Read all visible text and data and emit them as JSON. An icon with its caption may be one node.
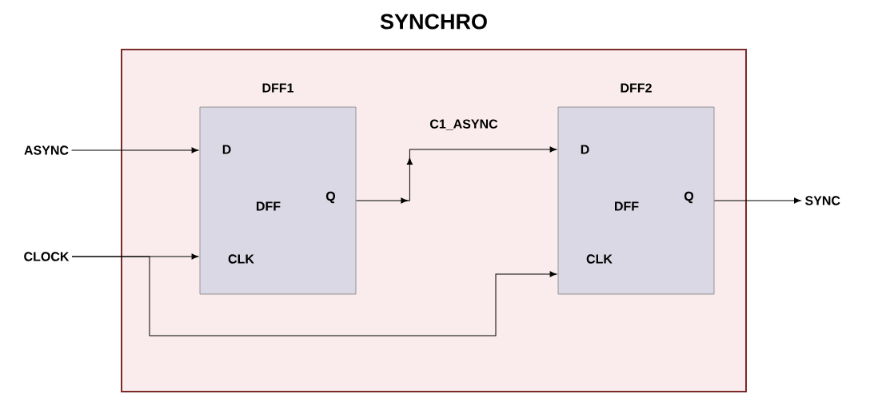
{
  "diagram": {
    "nodes": [
      {
        "text": [
          "SYNCHRO"
        ]
      },
      {
        "text": [
          "DFF1",
          "D",
          "DFF",
          "Q",
          "CLK"
        ],
        "in": 0
      },
      {
        "text": [
          "DFF2",
          "D",
          "DFF",
          "Q",
          "CLK"
        ],
        "in": 0
      },
      {
        "text": [
          "ASYNC"
        ]
      },
      {
        "text": [
          "CLOCK"
        ]
      },
      {
        "text": [
          "SYNC"
        ]
      }
    ],
    "edges": [
      {
        "from": 3,
        "to": 1,
        "arrow": "to"
      },
      {
        "from": 4,
        "to": 1,
        "arrow": "to"
      },
      {
        "from": 4,
        "to": 2,
        "arrow": "to"
      },
      {
        "from": 1,
        "to": 2,
        "arrow": "to",
        "label": "C1_ASYNC"
      },
      {
        "from": 2,
        "to": 5,
        "arrow": "to"
      }
    ]
  }
}
